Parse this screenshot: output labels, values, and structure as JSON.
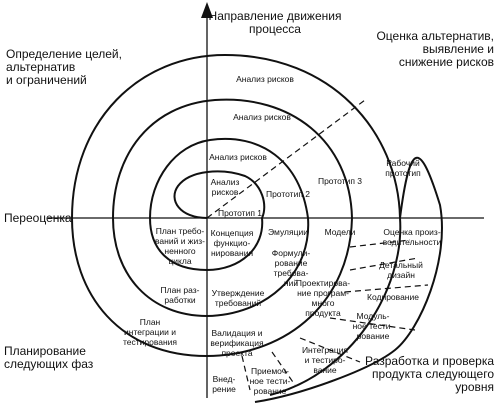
{
  "quadrants": {
    "top_center": [
      "Направление движения",
      "процесса"
    ],
    "top_left": [
      "Определение целей,",
      "альтернатив",
      "и ограничений"
    ],
    "top_right": [
      "Оценка альтернатив,",
      "выявление и",
      "снижение рисков"
    ],
    "left": [
      "Переоценка"
    ],
    "bottom_left": [
      "Планирование",
      "следующих фаз"
    ],
    "bottom_right": [
      "Разработка и проверка",
      "продукта следующего",
      "уровня"
    ]
  },
  "risk_analysis": {
    "outer": [
      "Анализ рисков"
    ],
    "second": [
      "Анализ рисков"
    ],
    "third": [
      "Анализ рисков"
    ],
    "inner": [
      "Анализ",
      "рисков"
    ]
  },
  "prototypes": {
    "p1": [
      "Прототип 1"
    ],
    "p2": [
      "Прототип 2"
    ],
    "p3": [
      "Прототип 3"
    ],
    "working": [
      "Рабочий",
      "прототип"
    ]
  },
  "left_labels": {
    "req_plan": [
      "План требо-",
      "ваний и жиз-",
      "ненного",
      "цикла"
    ],
    "dev_plan": [
      "План раз-",
      "работки"
    ],
    "int_plan": [
      "План",
      "интеграции и",
      "тестирования"
    ]
  },
  "center_labels": {
    "concept": [
      "Концепция",
      "функцио-",
      "нирования"
    ],
    "req_approval": [
      "Утверждение",
      "требований"
    ],
    "validation": [
      "Валидация и",
      "верификация",
      "проекта"
    ]
  },
  "right_labels": {
    "emulations": [
      "Эмуляции"
    ],
    "models": [
      "Модели"
    ],
    "perf": [
      "Оценка произ-",
      "водительности"
    ],
    "formulation": [
      "Формули-",
      "рование",
      "требова-",
      "ний"
    ],
    "design": [
      "Проектирова-",
      "ние програм-",
      "много",
      "продукта"
    ],
    "detailed": [
      "Детальный",
      "дизайн"
    ],
    "coding": [
      "Кодирование"
    ],
    "module_test": [
      "Модуль-",
      "ное тести-",
      "рование"
    ],
    "integration": [
      "Интеграция",
      "и тестиро-",
      "вание"
    ],
    "acceptance": [
      "Приемоч-",
      "ное тести-",
      "рование"
    ],
    "deployment": [
      "Внед-",
      "рение"
    ]
  }
}
